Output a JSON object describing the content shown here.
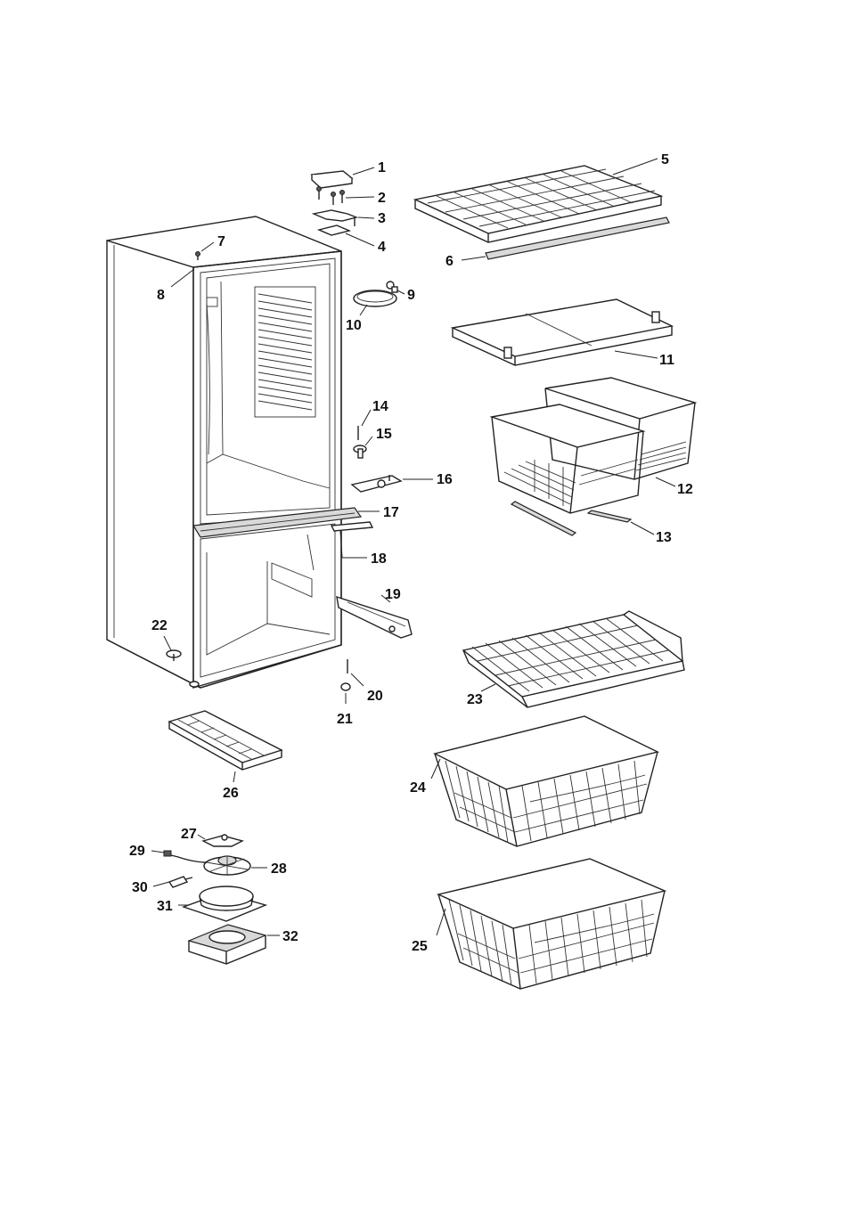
{
  "diagram": {
    "callouts": [
      {
        "id": 1,
        "label": "1"
      },
      {
        "id": 2,
        "label": "2"
      },
      {
        "id": 3,
        "label": "3"
      },
      {
        "id": 4,
        "label": "4"
      },
      {
        "id": 5,
        "label": "5"
      },
      {
        "id": 6,
        "label": "6"
      },
      {
        "id": 7,
        "label": "7"
      },
      {
        "id": 8,
        "label": "8"
      },
      {
        "id": 9,
        "label": "9"
      },
      {
        "id": 10,
        "label": "10"
      },
      {
        "id": 11,
        "label": "11"
      },
      {
        "id": 12,
        "label": "12"
      },
      {
        "id": 13,
        "label": "13"
      },
      {
        "id": 14,
        "label": "14"
      },
      {
        "id": 15,
        "label": "15"
      },
      {
        "id": 16,
        "label": "16"
      },
      {
        "id": 17,
        "label": "17"
      },
      {
        "id": 18,
        "label": "18"
      },
      {
        "id": 19,
        "label": "19"
      },
      {
        "id": 20,
        "label": "20"
      },
      {
        "id": 21,
        "label": "21"
      },
      {
        "id": 22,
        "label": "22"
      },
      {
        "id": 23,
        "label": "23"
      },
      {
        "id": 24,
        "label": "24"
      },
      {
        "id": 25,
        "label": "25"
      },
      {
        "id": 26,
        "label": "26"
      },
      {
        "id": 27,
        "label": "27"
      },
      {
        "id": 28,
        "label": "28"
      },
      {
        "id": 29,
        "label": "29"
      },
      {
        "id": 30,
        "label": "30"
      },
      {
        "id": 31,
        "label": "31"
      },
      {
        "id": 32,
        "label": "32"
      }
    ]
  }
}
